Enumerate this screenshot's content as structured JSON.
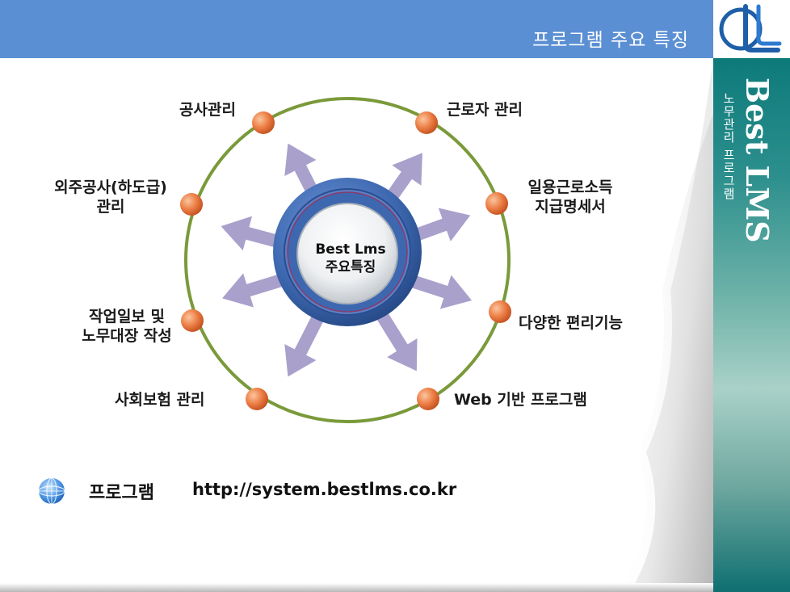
{
  "header": {
    "title": "프로그램 주요 특징"
  },
  "logo": {
    "icon": "bestlms-logo-icon",
    "color": "#1f5fa8"
  },
  "side_banner": {
    "title": "Best LMS",
    "subtitle": "노무관리 프로그램",
    "color": "#2c8f8d"
  },
  "diagram": {
    "center": {
      "line1": "Best Lms",
      "line2": "주요특징"
    },
    "features": [
      {
        "id": "construction",
        "lines": [
          "공사관리"
        ]
      },
      {
        "id": "worker",
        "lines": [
          "근로자 관리"
        ]
      },
      {
        "id": "subcontract",
        "lines": [
          "외주공사(하도급)",
          "관리"
        ]
      },
      {
        "id": "daily-income",
        "lines": [
          "일용근로소득",
          "지급명세서"
        ]
      },
      {
        "id": "work-report",
        "lines": [
          "작업일보 및",
          "노무대장 작성"
        ]
      },
      {
        "id": "convenience",
        "lines": [
          "다양한 편리기능"
        ]
      },
      {
        "id": "insurance",
        "lines": [
          "사회보험 관리"
        ]
      },
      {
        "id": "web",
        "lines": [
          "Web 기반 프로그램"
        ]
      }
    ],
    "colors": {
      "ring": "#7a9a3a",
      "node": "#e8743a",
      "arrow": "#a9a0cc",
      "center_outer": "#3d68b0"
    }
  },
  "footer": {
    "icon": "globe-icon",
    "program_label": "프로그램",
    "url": "http://system.bestlms.co.kr"
  }
}
